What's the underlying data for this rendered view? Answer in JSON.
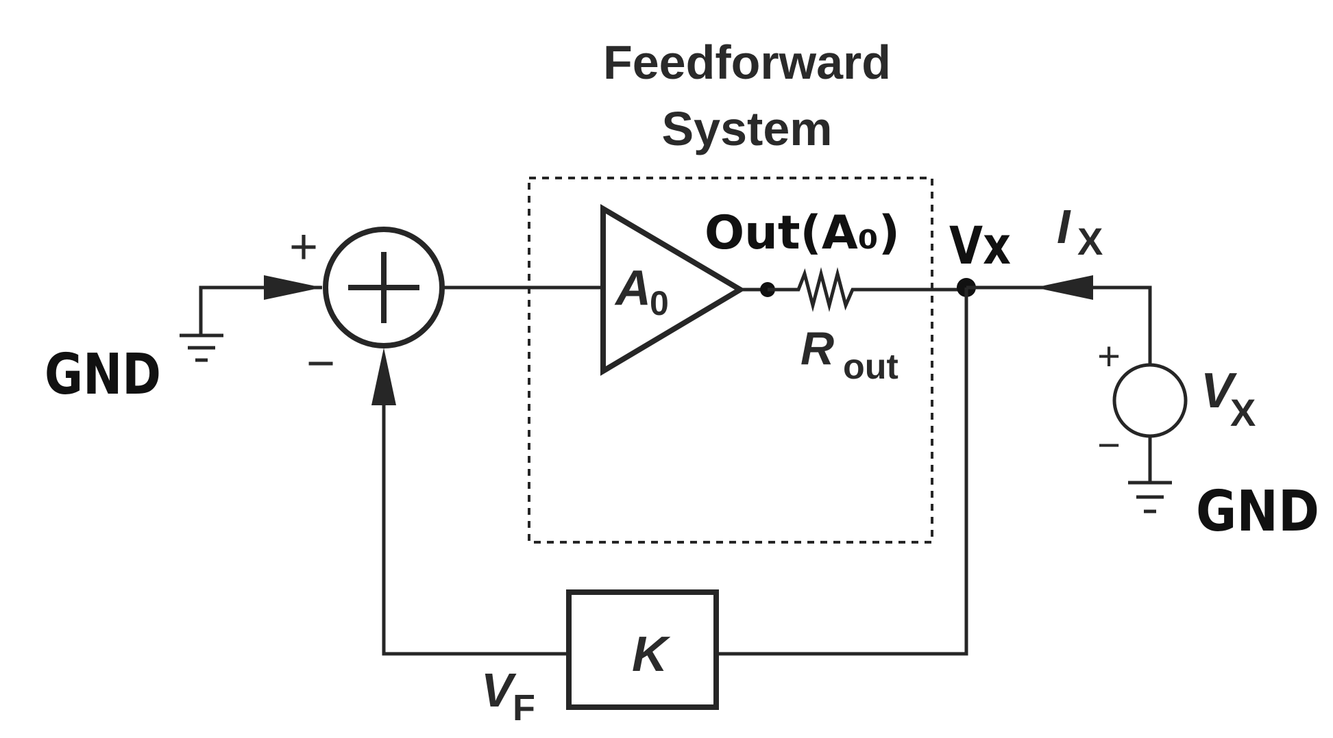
{
  "title": {
    "line1": "Feedforward",
    "line2": "System"
  },
  "labels": {
    "gnd_left": "GND",
    "gnd_right": "GND",
    "plus_in": "+",
    "minus_in": "−",
    "amp_gain_main": "A",
    "amp_gain_sub": "0",
    "out_node": "Out(A₀)",
    "rout_main": "R",
    "rout_sub": "out",
    "vx_node": "Vx",
    "ix_main": "I",
    "ix_sub": "X",
    "source_main": "V",
    "source_sub": "X",
    "source_plus": "+",
    "source_minus": "−",
    "feedback_block": "K",
    "vf_main": "V",
    "vf_sub": "F"
  },
  "colors": {
    "line": "#262626",
    "background": "#ffffff"
  }
}
